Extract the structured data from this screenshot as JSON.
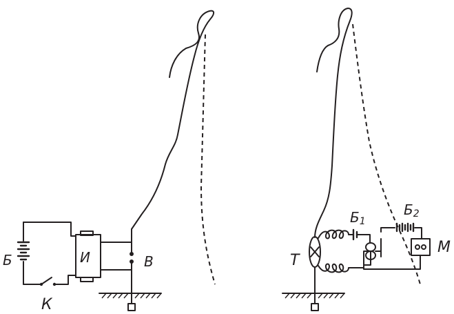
{
  "left_circuit": {
    "labels": {
      "battery": "Б",
      "inductor": "И",
      "switch": "К",
      "spark_gap": "В"
    }
  },
  "right_circuit": {
    "labels": {
      "coherer": "Т",
      "battery_1": "Б",
      "battery_1_sub": "1",
      "battery_2": "Б",
      "battery_2_sub": "2",
      "bell": "М"
    }
  }
}
